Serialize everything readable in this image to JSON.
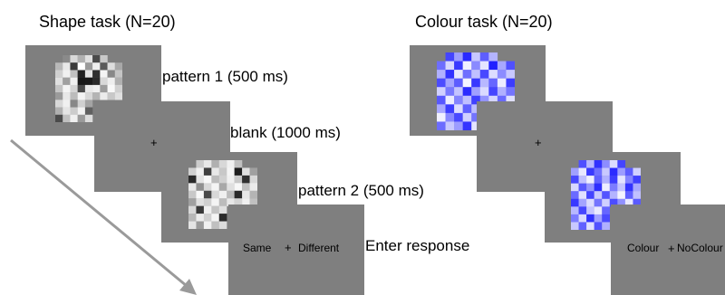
{
  "shape_task": {
    "title": "Shape task (N=20)",
    "captions": {
      "pattern1": "pattern 1 (500 ms)",
      "blank": "blank (1000 ms)",
      "pattern2": "pattern 2 (500 ms)",
      "response": "Enter response"
    },
    "fixation": "+",
    "response_left": "Same",
    "response_right": "Different",
    "pattern_1": [
      [
        null,
        "#8a8a8a",
        "#d8d8d8",
        "#b0b0b0",
        "#e0e0e0",
        "#4a4a4a",
        "#c8c8c8",
        null,
        null
      ],
      [
        "#b8b8b8",
        "#e8e8e8",
        "#3a3a3a",
        "#ffffff",
        "#9a9a9a",
        "#eeeeee",
        "#5a5a5a",
        "#dddddd",
        "#a8a8a8"
      ],
      [
        "#d0d0d0",
        "#f0f0f0",
        "#c0c0c0",
        "#222222",
        "#e4e4e4",
        "#303030",
        "#f4f4f4",
        "#888888",
        "#c4c4c4"
      ],
      [
        "#e0e0e0",
        "#a0a0a0",
        "#f0f0f0",
        "#181818",
        "#1a1a1a",
        "#2a2a2a",
        "#d8d8d8",
        "#eeeeee",
        "#b0b0b0"
      ],
      [
        "#c4c4c4",
        "#f4f4f4",
        "#d4d4d4",
        "#4a4a4a",
        "#e8e8e8",
        "#f0f0f0",
        "#9c9c9c",
        "#f8f8f8",
        "#d0d0d0"
      ],
      [
        "#9a9a9a",
        "#e8e8e8",
        "#bcbcbc",
        "#f4f4f4",
        "#d8d8d8",
        "#b4b4b4",
        "#ececec",
        "#c8c8c8",
        "#e0e0e0"
      ],
      [
        "#d8d8d8",
        "#f0f0f0",
        "#888888",
        "#d0d0d0",
        "#a4a4a4",
        null,
        null,
        null,
        null
      ],
      [
        "#b0b0b0",
        "#e4e4e4",
        "#cccccc",
        "#f2f2f2",
        "#606060",
        null,
        null,
        null,
        null
      ],
      [
        "#4a4a4a",
        "#c0c0c0",
        "#f0f0f0",
        "#9a9a9a",
        "#dcdcdc",
        null,
        null,
        null,
        null
      ]
    ],
    "pattern_2": [
      [
        null,
        "#cccccc",
        "#e8e8e8",
        "#b0b0b0",
        "#d8d8d8",
        "#f0f0f0",
        "#c0c0c0",
        null,
        null
      ],
      [
        "#d0d0d0",
        "#f0f0f0",
        "#404040",
        "#e8e8e8",
        "#c8c8c8",
        "#f4f4f4",
        "#1e1e1e",
        "#e0e0e0",
        "#a0a0a0"
      ],
      [
        "#2a2a2a",
        "#e4e4e4",
        "#f8f8f8",
        "#bcbcbc",
        "#d0d0d0",
        "#f0f0f0",
        "#c8c8c8",
        "#303030",
        "#d8d8d8"
      ],
      [
        "#e8e8e8",
        "#909090",
        "#d8d8d8",
        "#f4f4f4",
        "#a8a8a8",
        "#e0e0e0",
        "#f8f8f8",
        "#c0c0c0",
        "#ececec"
      ],
      [
        "#c8c8c8",
        "#f8f8f8",
        "#4a4a4a",
        "#d8d8d8",
        "#f0f0f0",
        "#bcbcbc",
        "#2a2a2a",
        "#e8e8e8",
        "#b4b4b4"
      ],
      [
        "#a0a0a0",
        "#e0e0e0",
        "#d0d0d0",
        "#f4f4f4",
        "#bcbcbc",
        "#e8e8e8",
        "#d4d4d4",
        "#f0f0f0",
        "#c0c0c0"
      ],
      [
        "#d8d8d8",
        "#383838",
        "#f0f0f0",
        "#c4c4c4",
        "#e0e0e0",
        null,
        null,
        null,
        null
      ],
      [
        "#b8b8b8",
        "#ececec",
        "#d0d0d0",
        "#f4f4f4",
        "#2a2a2a",
        null,
        null,
        null,
        null
      ],
      [
        "#e4e4e4",
        "#9a9a9a",
        "#f0f0f0",
        "#c0c0c0",
        "#dcdcdc",
        null,
        null,
        null,
        null
      ]
    ]
  },
  "colour_task": {
    "title": "Colour task (N=20)",
    "fixation": "+",
    "response_left": "Colour",
    "response_right": "NoColour",
    "pattern_1": [
      [
        null,
        "#4444ff",
        "#9c9cff",
        "#2a2aff",
        "#c8c8ff",
        "#5e5eff",
        "#b4b4ff",
        null,
        null
      ],
      [
        "#6e6eff",
        "#d8d8ff",
        "#3a3aff",
        "#f0f0ff",
        "#8a8aff",
        "#e4e4ff",
        "#2020ff",
        "#a8a8ff",
        "#5050ff"
      ],
      [
        "#b0b0ff",
        "#3232ff",
        "#e8e8ff",
        "#7070ff",
        "#c0c0ff",
        "#4848ff",
        "#dcdcff",
        "#8c8cff",
        "#c8c8ff"
      ],
      [
        "#4c4cff",
        "#a4a4ff",
        "#5c5cff",
        "#f4f4ff",
        "#3838ff",
        "#b8b8ff",
        "#6666ff",
        "#ececff",
        "#3c3cff"
      ],
      [
        "#d0d0ff",
        "#7878ff",
        "#c4c4ff",
        "#2c2cff",
        "#a0a0ff",
        "#dadaff",
        "#4444ff",
        "#b0b0ff",
        "#7474ff"
      ],
      [
        "#5858ff",
        "#ececff",
        "#8484ff",
        "#c0c0ff",
        "#4040ff",
        "#9494ff",
        "#d4d4ff",
        "#6a6aff",
        "#e0e0ff"
      ],
      [
        "#a8a8ff",
        "#3c3cff",
        "#dcdcff",
        "#6060ff",
        "#bcbcff",
        null,
        null,
        null,
        null
      ],
      [
        "#f0f0ff",
        "#8888ff",
        "#4848ff",
        "#d0d0ff",
        "#7474ff",
        null,
        null,
        null,
        null
      ],
      [
        "#6c6cff",
        "#c8c8ff",
        "#9c9cff",
        "#3434ff",
        "#e4e4ff",
        null,
        null,
        null,
        null
      ]
    ],
    "pattern_2": [
      [
        null,
        "#5050ff",
        "#b8b8ff",
        "#3232ff",
        "#8c8cff",
        "#dcdcff",
        "#4444ff",
        null,
        null
      ],
      [
        "#a0a0ff",
        "#e8e8ff",
        "#3a3aff",
        "#7070ff",
        "#c8c8ff",
        "#2a2aff",
        "#9c9cff",
        "#5c5cff",
        "#d0d0ff"
      ],
      [
        "#4848ff",
        "#c0c0ff",
        "#f0f0ff",
        "#6262ff",
        "#b0b0ff",
        "#3c3cff",
        "#e4e4ff",
        "#8484ff",
        "#4040ff"
      ],
      [
        "#d8d8ff",
        "#5858ff",
        "#9494ff",
        "#2e2eff",
        "#ececff",
        "#7c7cff",
        "#c4c4ff",
        "#3434ff",
        "#a8a8ff"
      ],
      [
        "#6a6aff",
        "#e0e0ff",
        "#4444ff",
        "#c8c8ff",
        "#5454ff",
        "#b4b4ff",
        "#f4f4ff",
        "#6060ff",
        "#c0c0ff"
      ],
      [
        "#3838ff",
        "#a4a4ff",
        "#dcdcff",
        "#7474ff",
        "#d0d0ff",
        "#4c4cff",
        "#9090ff",
        "#e8e8ff",
        "#5a5aff"
      ],
      [
        "#b8b8ff",
        "#4646ff",
        "#c4c4ff",
        "#eaeaff",
        "#6666ff",
        null,
        null,
        null,
        null
      ],
      [
        "#7c7cff",
        "#d8d8ff",
        "#3030ff",
        "#a0a0ff",
        "#4a4aff",
        null,
        null,
        null,
        null
      ],
      [
        "#c8c8ff",
        "#6262ff",
        "#e0e0ff",
        "#5252ff",
        "#b0b0ff",
        null,
        null,
        null,
        null
      ]
    ]
  },
  "colors": {
    "screen": "#7f7f7f",
    "arrow": "#9a9a9a",
    "text": "#000000",
    "background": "#ffffff"
  }
}
